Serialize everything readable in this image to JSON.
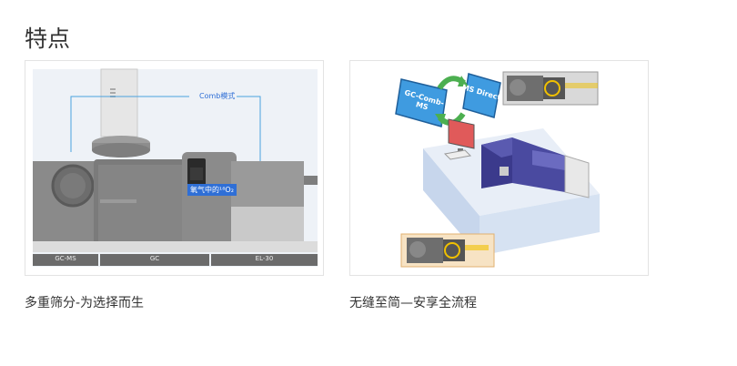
{
  "section": {
    "title": "特点"
  },
  "features": [
    {
      "caption": "多重筛分-为选择而生",
      "image": {
        "callout_top": "Comb模式",
        "callout_bottom": "氧气中的¹⁸O₂",
        "footer_labels": [
          "GC-MS",
          "GC",
          "EL-30"
        ]
      }
    },
    {
      "caption": "无缝至简—安享全流程",
      "image": {
        "panel_left": "GC-Comb-MS",
        "panel_right": "MS Direct"
      }
    }
  ],
  "colors": {
    "highlight_blue": "#2f6fd6",
    "panel_blue": "#3f9be0",
    "cycle_green": "#4caf50",
    "instrument_purple": "#3b3a8c",
    "bench_blue": "#c7d6ec"
  }
}
